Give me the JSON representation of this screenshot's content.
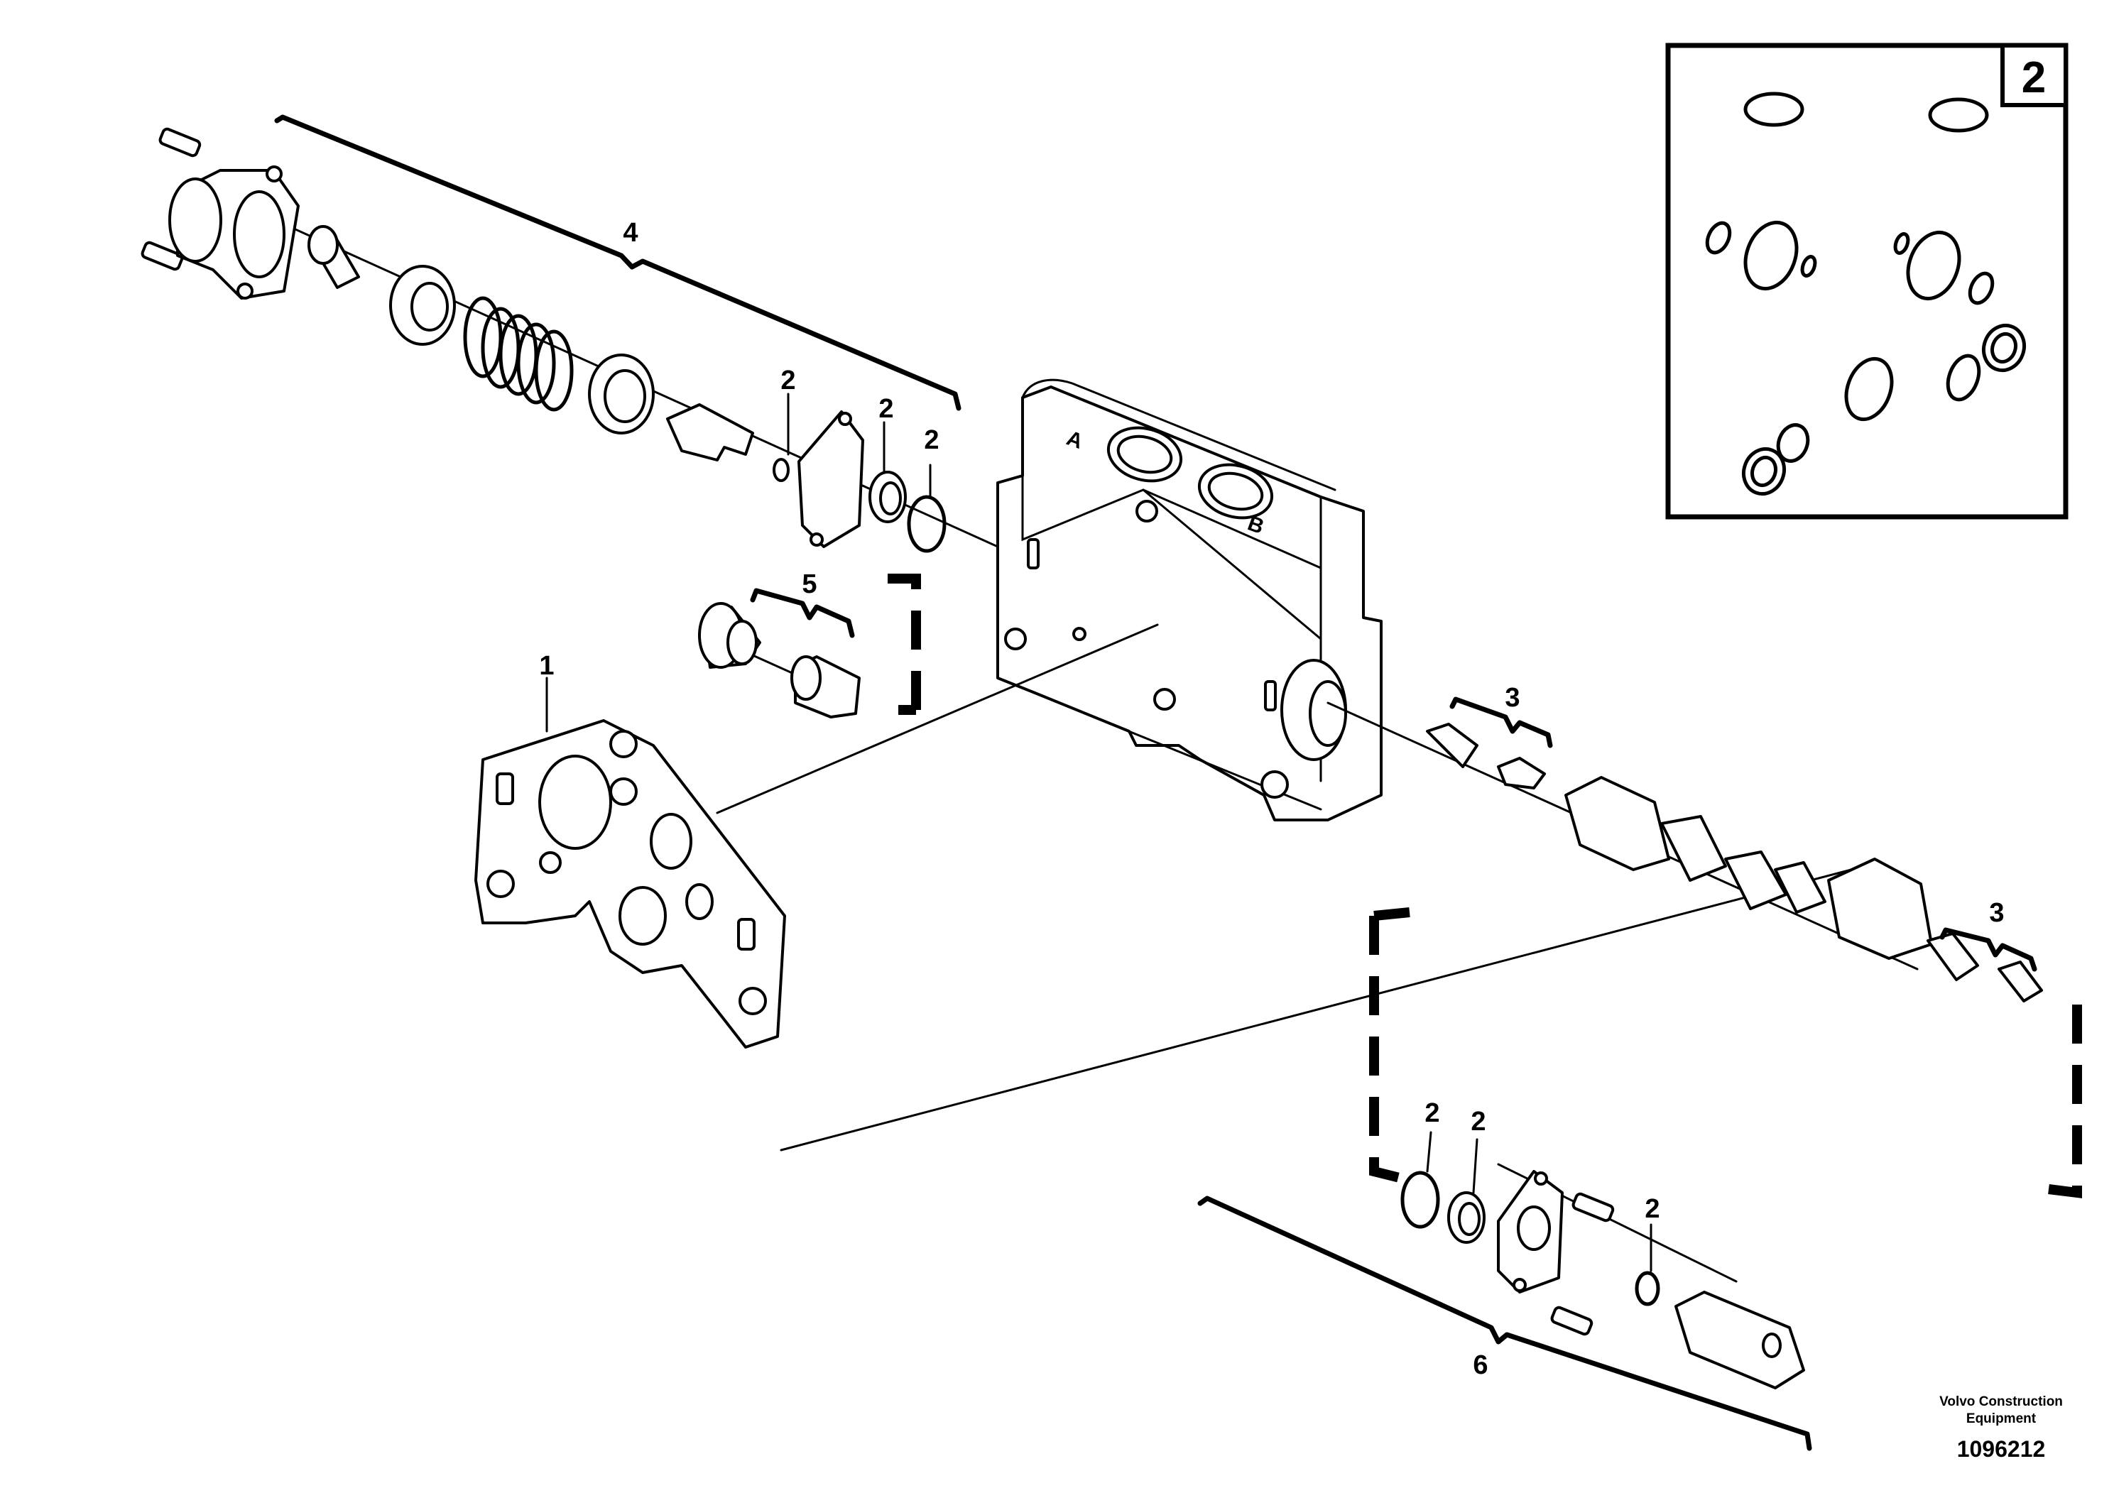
{
  "callouts": {
    "c1": "1",
    "c2a": "2",
    "c2b": "2",
    "c2c": "2",
    "c2d": "2",
    "c2e": "2",
    "c2f": "2",
    "c3a": "3",
    "c3b": "3",
    "c4": "4",
    "c5": "5",
    "c6": "6"
  },
  "ports": {
    "a": "A",
    "b": "B"
  },
  "inset": {
    "number": "2"
  },
  "footer": {
    "brand_line1": "Volvo Construction",
    "brand_line2": "Equipment",
    "doc_id": "1096212"
  }
}
